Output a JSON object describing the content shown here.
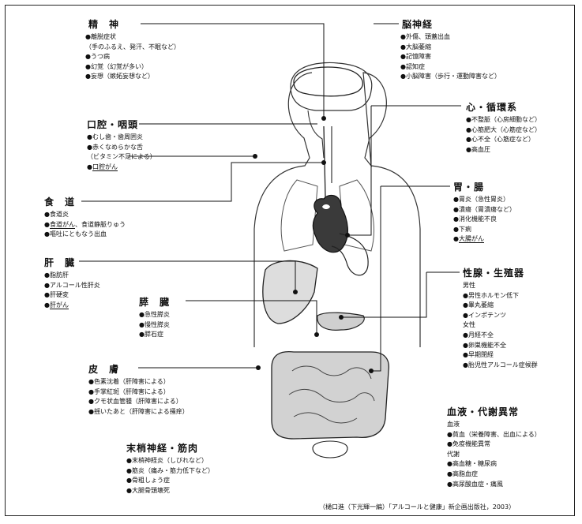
{
  "groups": {
    "seishin": {
      "heading": "精　神",
      "items": [
        "●離脱症状",
        "（手のふるえ、発汗、不眠など）",
        "●うつ病",
        "●幻覚（幻覚が多い）",
        "●妄想（嫉妬妄想など）"
      ]
    },
    "nou": {
      "heading": "脳神経",
      "items": [
        "●外傷、頭蓋出血",
        "●大脳萎縮",
        "●記憶障害",
        "●認知症",
        "●小脳障害（歩行・運動障害など）"
      ]
    },
    "koukuu": {
      "heading": "口腔・咽頭",
      "items": [
        "●むし歯・歯周囲炎",
        "●赤くなめらかな舌",
        "（ビタミン不足による）"
      ],
      "underlined": "口腔がん"
    },
    "shinjun": {
      "heading": "心・循環系",
      "items": [
        "●不整脈（心房細動など）",
        "●心筋肥大（心筋症など）",
        "●心不全（心筋症など）",
        "●高血圧"
      ]
    },
    "shokudou": {
      "heading": "食　道",
      "items": [
        "●食道炎"
      ],
      "underlined_item": {
        "u": "食道がん",
        "rest": "、食道静脈りゅう"
      },
      "items2": [
        "●嘔吐にともなう出血"
      ]
    },
    "ichou": {
      "heading": "胃・腸",
      "items": [
        "●胃炎（急性胃炎）",
        "●潰瘍（胃潰瘍など）",
        "●消化機能不良",
        "●下痢"
      ],
      "underlined": "大腸がん"
    },
    "kanzou": {
      "heading": "肝　臓",
      "items": [
        "●脂肪肝",
        "●アルコール性肝炎",
        "●肝硬変"
      ],
      "underlined": "肝がん"
    },
    "seisen": {
      "heading": "性腺・生殖器",
      "items": [
        "男性",
        "●男性ホルモン低下",
        "●睾丸萎縮",
        "●インポテンツ",
        "女性",
        "●月経不全",
        "●卵巣機能不全",
        "●早期閉経",
        "●胎児性アルコール症候群"
      ]
    },
    "suizou": {
      "heading": "膵　臓",
      "items": [
        "●急性膵炎",
        "●慢性膵炎",
        "●膵石症"
      ]
    },
    "hifu": {
      "heading": "皮　膚",
      "items": [
        "●色素沈着（肝障害による）",
        "●手掌紅斑（肝障害による）",
        "●クモ状血管腫（肝障害による）",
        "●揺いたあと（肝障害による掻痒）"
      ]
    },
    "ketsueki": {
      "heading": "血液・代謝異常",
      "items": [
        "血液",
        "●貧血（栄養障害、出血による）",
        "●免疫機能異常",
        "代謝",
        "●高血糖・糖尿病",
        "●高脂血症",
        "●高尿酸血症・痛風"
      ]
    },
    "mashou": {
      "heading": "末梢神経・筋肉",
      "items": [
        "●末梢神経炎（しびれなど）",
        "●筋炎（痛み・筋力低下など）",
        "●骨粗しょう症",
        "●大腿骨頭壊死"
      ]
    }
  },
  "citation": "（樋口進（下光輝一編）「アルコールと健康」新企画出版社，2003）"
}
